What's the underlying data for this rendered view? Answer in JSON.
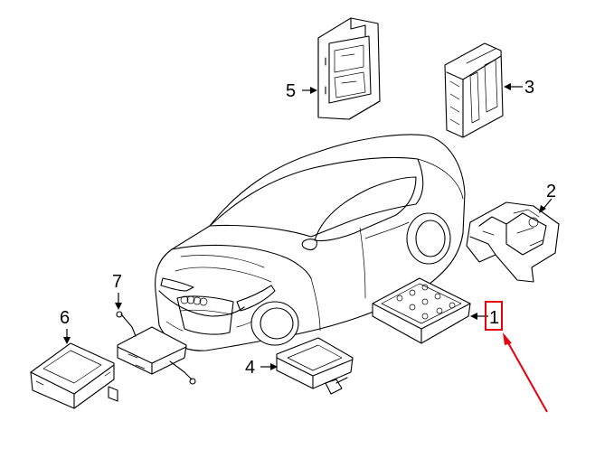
{
  "diagram": {
    "callouts": [
      {
        "id": "1",
        "label": "1"
      },
      {
        "id": "2",
        "label": "2"
      },
      {
        "id": "3",
        "label": "3"
      },
      {
        "id": "4",
        "label": "4"
      },
      {
        "id": "5",
        "label": "5"
      },
      {
        "id": "6",
        "label": "6"
      },
      {
        "id": "7",
        "label": "7"
      }
    ],
    "highlight": {
      "target": "1",
      "box_color": "#e8000d",
      "arrow_color": "#e8000d"
    },
    "line_color": "#000000",
    "background": "#ffffff"
  }
}
